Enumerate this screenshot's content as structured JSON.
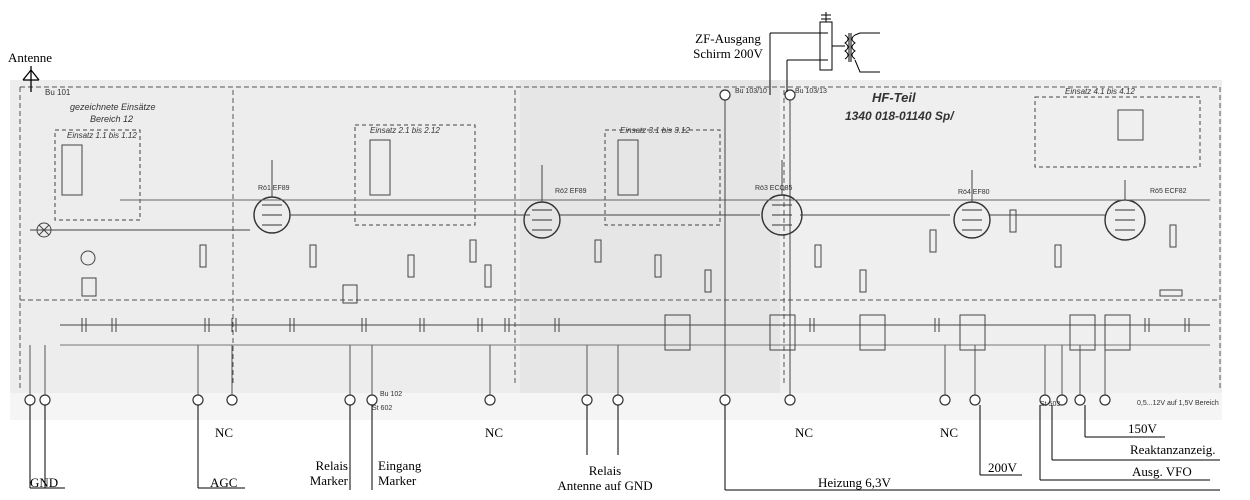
{
  "labels": {
    "antenne": "Antenne",
    "zf_ausgang_line1": "ZF-Ausgang",
    "zf_ausgang_line2": "Schirm 200V",
    "gnd": "GND",
    "agc": "AGC",
    "nc": "NC",
    "relais_marker_line1": "Relais",
    "relais_marker_line2": "Marker",
    "eingang_marker_line1": "Eingang",
    "eingang_marker_line2": "Marker",
    "relais_antenne_line1": "Relais",
    "relais_antenne_line2": "Antenne auf GND",
    "heizung": "Heizung 6,3V",
    "v200": "200V",
    "v150": "150V",
    "reaktanzanzeig": "Reaktanzanzeig.",
    "ausg_vfo": "Ausg. VFO"
  },
  "schematic": {
    "title": "HF-Teil",
    "part_number": "1340 018-01140 Sp/",
    "einsatz_note_line1": "gezeichnete Einsätze",
    "einsatz_note_line2": "Bereich 12",
    "einsatz_1": "Einsatz 1.1 bis 1.12",
    "einsatz_2": "Einsatz 2.1 bis 2.12",
    "einsatz_3": "Einsatz 3.1 bis 3.12",
    "einsatz_4": "Einsatz 4.1 bis 4.12",
    "tube_rd1": "Rö1 EF89",
    "tube_rd2": "Rö2 EF89",
    "tube_rd3": "Rö3 ECC85",
    "tube_rd4": "Rö4 EF80",
    "tube_rd5": "Rö5 ECF82",
    "bu101": "Bu 101",
    "bu102": "Bu 102",
    "st602": "St 602",
    "bu10310": "Bu 103/10",
    "bu10313": "Bu 103/13",
    "st503": "St 503",
    "range_note": "0,5...12V auf 1,5V Bereich"
  }
}
